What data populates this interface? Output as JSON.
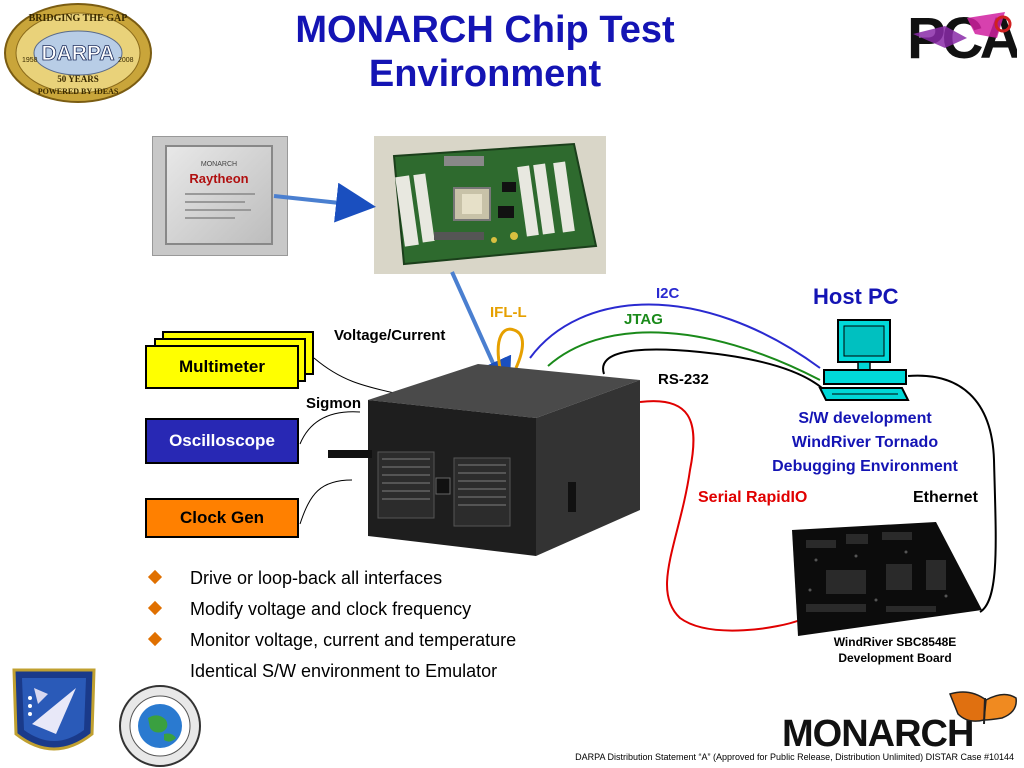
{
  "title": {
    "line1": "MONARCH Chip Test",
    "line2": "Environment"
  },
  "logos": {
    "darpa_seal": {
      "text": [
        "BRIDGING THE GAP",
        "DARPA",
        "1958",
        "2008",
        "50 YEARS",
        "POWERED BY IDEAS"
      ]
    },
    "pca": {
      "text": "PCA"
    },
    "monarch": {
      "text": "MONARCH"
    }
  },
  "chip": {
    "text": [
      "MONARCH",
      "Raytheon"
    ]
  },
  "connections": {
    "ifl": "IFL-L",
    "i2c": "I2C",
    "jtag": "JTAG",
    "rs232": "RS-232",
    "voltage_current": "Voltage/Current",
    "sigmon": "Sigmon",
    "serial_rapidio": "Serial RapidIO",
    "ethernet": "Ethernet"
  },
  "instruments": {
    "multimeter": "Multimeter",
    "oscilloscope": "Oscilloscope",
    "clock_gen": "Clock Gen"
  },
  "host_pc": {
    "title": "Host PC",
    "desc": [
      "S/W development",
      "WindRiver Tornado",
      "Debugging Environment"
    ]
  },
  "dev_board": {
    "line1": "WindRiver SBC8548E",
    "line2": "Development Board"
  },
  "bullets": [
    "Drive or loop-back all interfaces",
    "Modify voltage and clock frequency",
    "Monitor voltage, current and temperature",
    "Identical S/W environment to Emulator"
  ],
  "footer": "DARPA Distribution Statement “A” (Approved for Public Release, Distribution Unlimited) DISTAR Case #10144",
  "colors": {
    "title": "#1414b4",
    "i2c_line": "#2a2ad0",
    "jtag_line": "#1a8a1a",
    "ifl_line": "#e6a000",
    "serial_rapidio": "#e00000",
    "multimeter_fill": "#ffff00",
    "oscilloscope_fill": "#2828b4",
    "clock_gen_fill": "#ff8000",
    "bullet": "#e07000"
  }
}
